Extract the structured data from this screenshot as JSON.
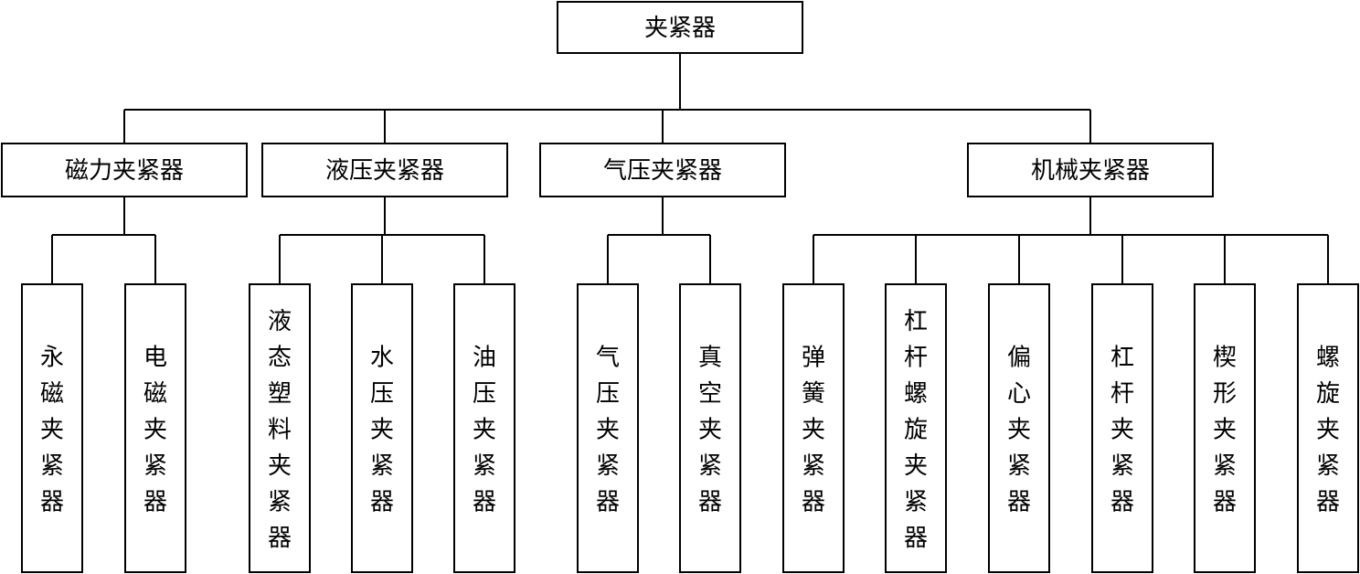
{
  "root": "夹紧器",
  "categories": [
    {
      "label": "磁力夹紧器",
      "children": [
        "永磁夹紧器",
        "电磁夹紧器"
      ]
    },
    {
      "label": "液压夹紧器",
      "children": [
        "液态塑料夹紧器",
        "水压夹紧器",
        "油压夹紧器"
      ]
    },
    {
      "label": "气压夹紧器",
      "children": [
        "气压夹紧器",
        "真空夹紧器"
      ]
    },
    {
      "label": "机械夹紧器",
      "children": [
        "弹簧夹紧器",
        "杠杆螺旋夹紧器",
        "偏心夹紧器",
        "杠杆夹紧器",
        "楔形夹紧器",
        "螺旋夹紧器"
      ]
    }
  ]
}
